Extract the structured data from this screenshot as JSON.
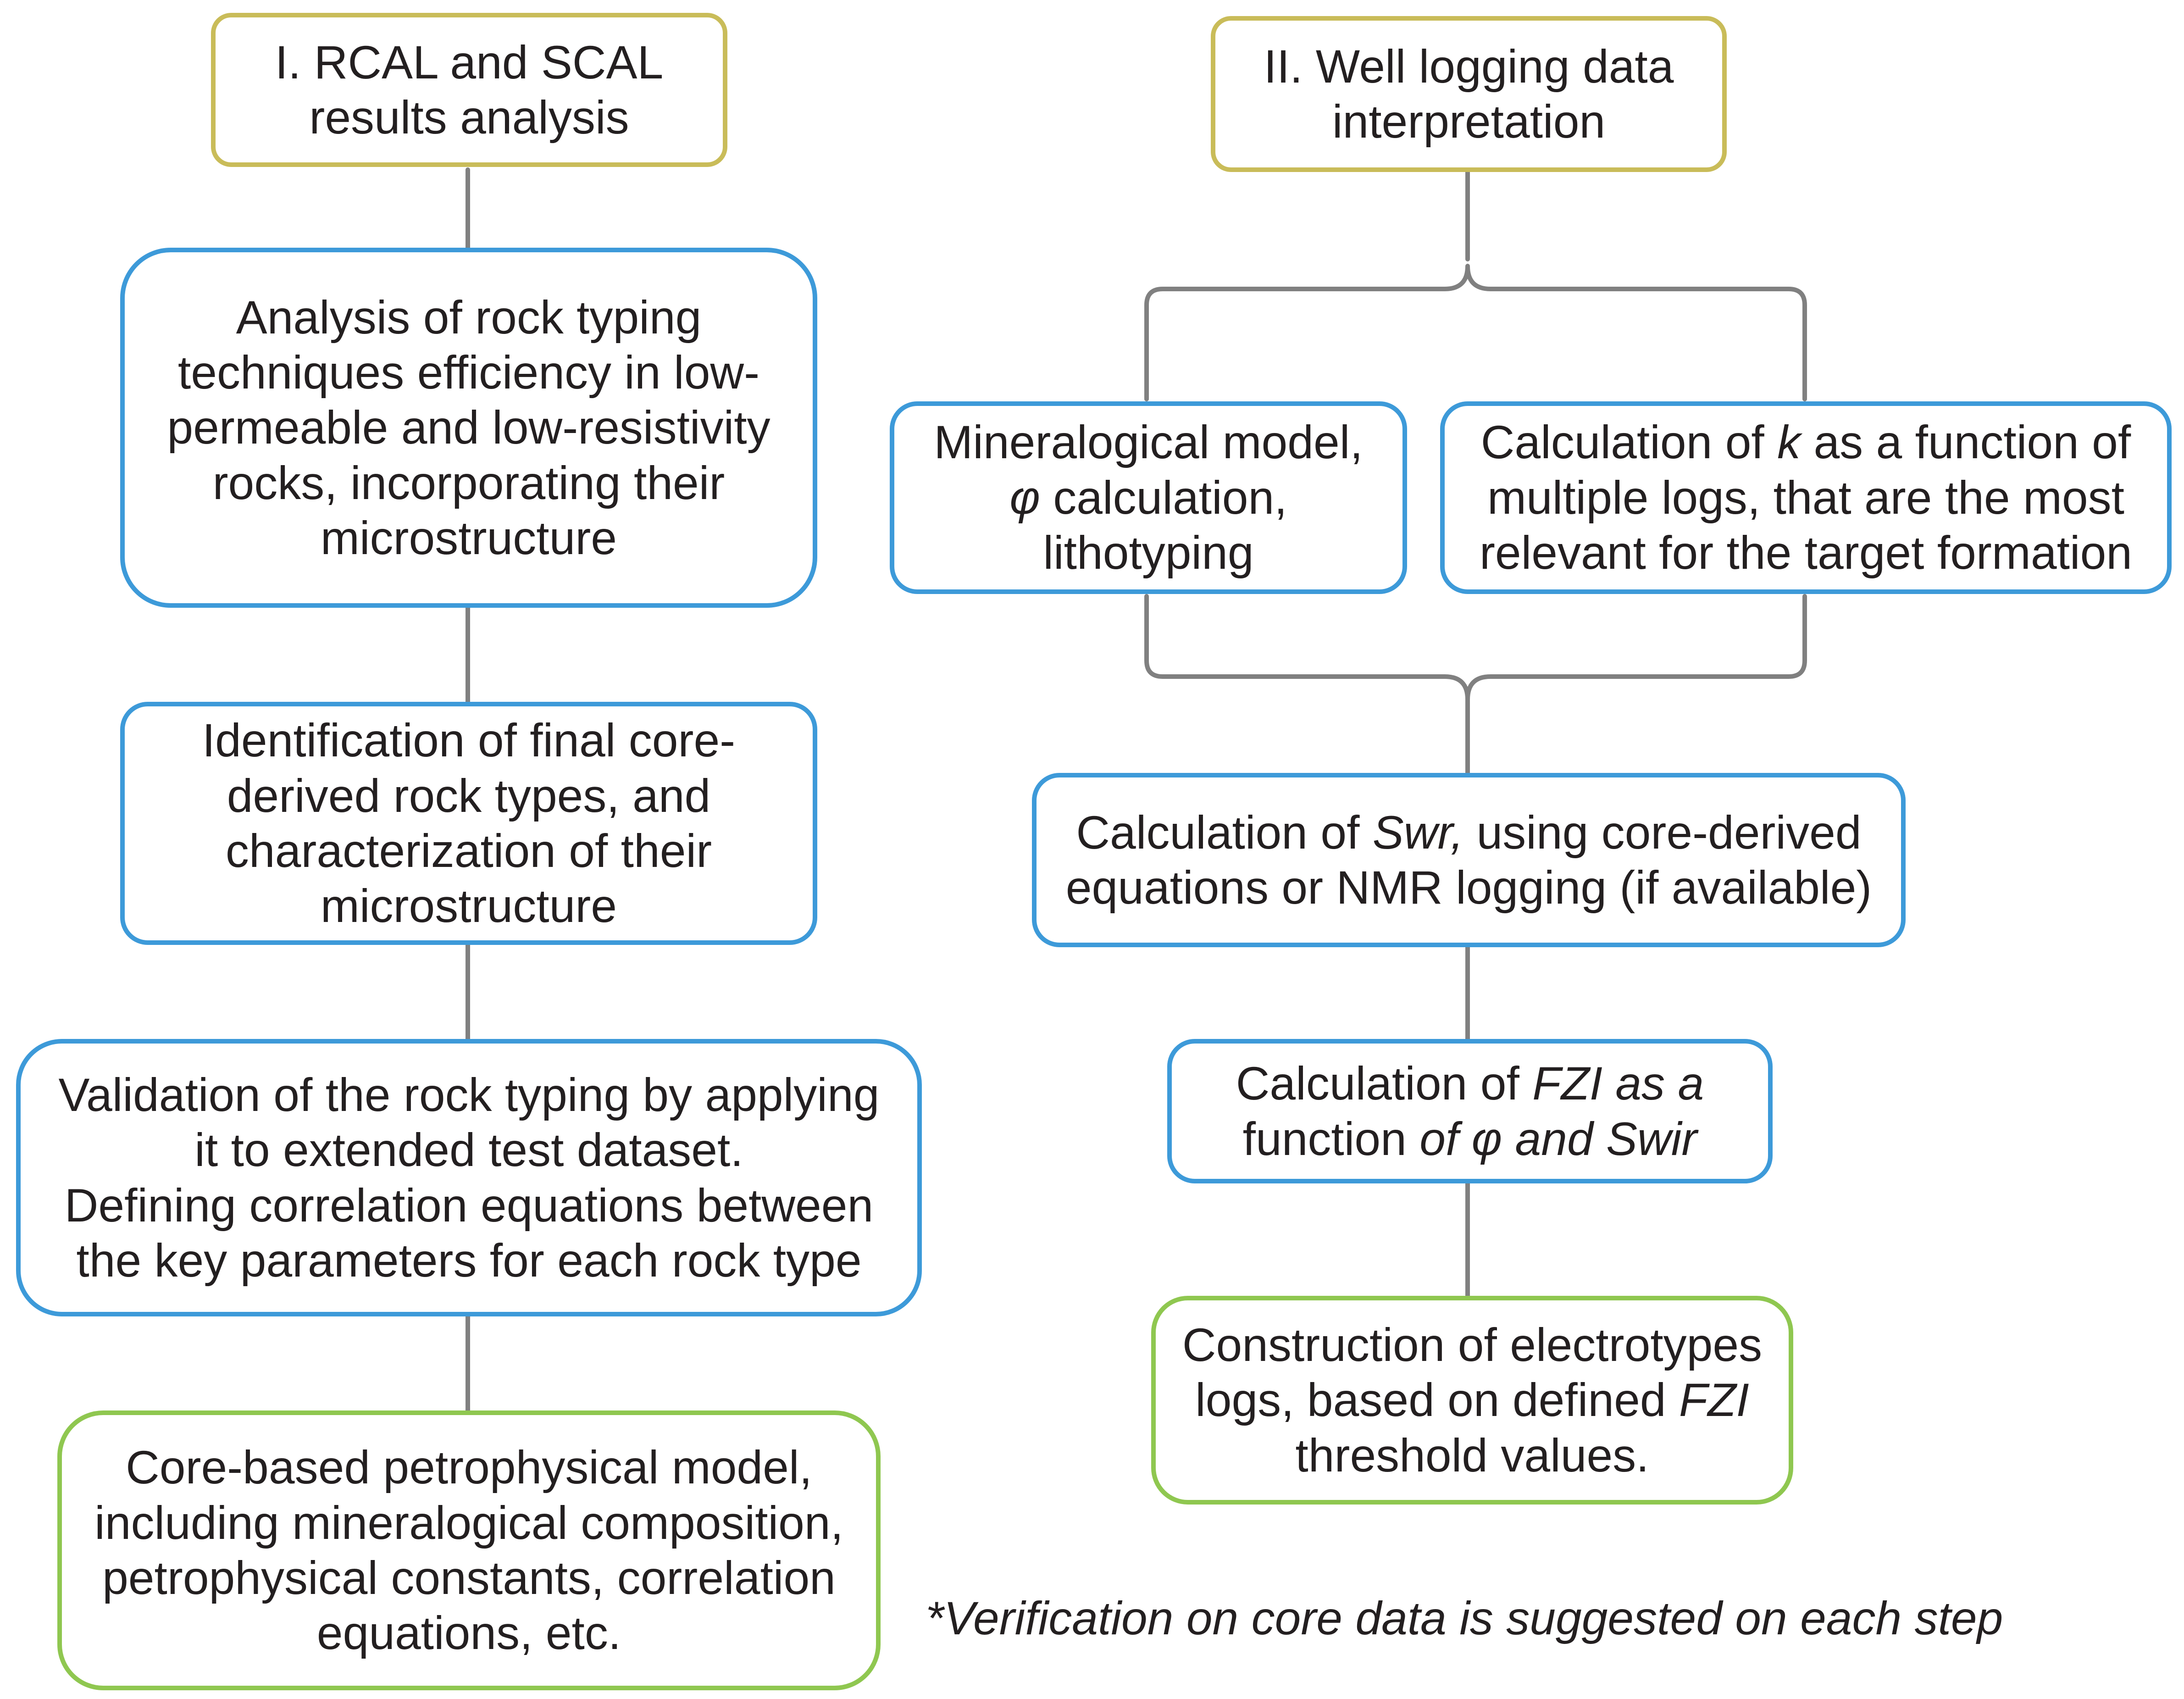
{
  "left_column": {
    "header": [
      "I. RCAL and SCAL",
      "results analysis"
    ],
    "step1": [
      "Analysis of rock typing",
      "techniques efficiency in low-",
      "permeable and low-resistivity",
      "rocks, incorporating their",
      "microstructure"
    ],
    "step2": [
      "Identification of final core-",
      "derived rock types, and",
      "characterization of their",
      "microstructure"
    ],
    "step3": [
      "Validation of the rock typing by applying",
      "it to extended test dataset.",
      "Defining correlation equations between",
      "the key parameters for each rock type"
    ],
    "result": [
      "Core-based petrophysical model,",
      "including mineralogical composition,",
      "petrophysical constants, correlation",
      "equations, etc."
    ]
  },
  "right_column": {
    "header": [
      "II. Well logging data",
      "interpretation"
    ],
    "branch_left": {
      "line1": "Mineralogical model,",
      "line2_symbol": "φ",
      "line2_rest": " calculation,",
      "line3": "lithotyping"
    },
    "branch_right": {
      "line1_pre": "Calculation of ",
      "line1_symbol": "k",
      "line1_post": " as a function of",
      "line2": "multiple logs, that are the most",
      "line3": "relevant for the target formation"
    },
    "swr_step": {
      "line1_pre": "Calculation of ",
      "line1_symbol": "Swr,",
      "line1_post": " using core-derived",
      "line2": "equations or NMR logging (if available)"
    },
    "fzi_step": {
      "line1_pre": "Calculation of ",
      "line1_italic": "FZI as a",
      "line2_pre": "function ",
      "line2_italic": "of φ and Swir"
    },
    "result": {
      "line1": "Construction of electrotypes",
      "line2_pre": "logs, based on defined ",
      "line2_italic": "FZI",
      "line3": "threshold values."
    }
  },
  "footnote": "*Verification on core data is suggested on each step",
  "colors": {
    "header_border": "#c9bc59",
    "step_border": "#3d9ad9",
    "result_border": "#8fc750",
    "connector": "#808080",
    "text": "#231f20"
  }
}
